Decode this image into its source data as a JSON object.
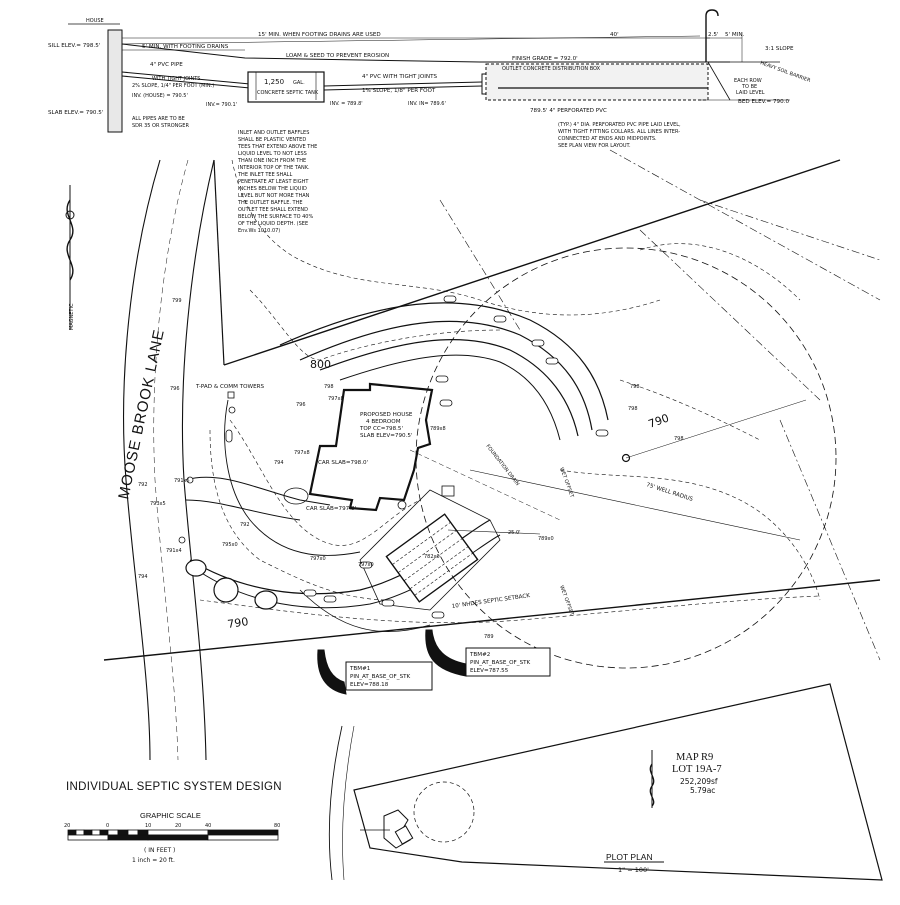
{
  "title": "INDIVIDUAL SEPTIC SYSTEM DESIGN",
  "road_name": "MOOSE BROOK LANE",
  "section": {
    "house": "HOUSE",
    "sill_elev": "SILL ELEV.= 798.5'",
    "slab_elev": "SLAB ELEV.= 790.5'",
    "min_no_drains": "15' MIN. WHEN FOOTING DRAINS ARE USED",
    "min_with_drains": "5' MIN. WITH FOOTING DRAINS",
    "dim_40": "40'",
    "dim_25": "2.5'",
    "dim_5min": "5' MIN.",
    "slope_31": "3:1 SLOPE",
    "heavy_soil": "HEAVY SOIL BARRIER",
    "loam": "LOAM & SEED TO PREVENT EROSION",
    "finish_grade": "FINISH GRADE = 792.0'",
    "outlet_box": "OUTLET CONCRETE DISTRIBUTION BOX",
    "pvc_pipe": "4\" PVC PIPE",
    "tight_joints_1": "WITH TIGHT JOINTS",
    "tight_joints_2": "2% SLOPE, 1/4\" PER FOOT (MIN.)",
    "inv_house": "INV. (HOUSE) = 790.5'",
    "inv_7901": "INV.= 790.1'",
    "inv_7898": "INV. = 789.8'",
    "inv_in": "INV. IN= 789.6'",
    "tank_1": "1,250",
    "tank_gal": "GAL.",
    "tank_2": "CONCRETE SEPTIC TANK",
    "pvc_tight": "4\" PVC WITH TIGHT JOINTS",
    "slope_18": "1% SLOPE, 1/8\" PER FOOT",
    "perf_pvc": "789.5'  4\" PERFORATED PVC",
    "each_row_1": "EACH ROW",
    "each_row_2": "TO BE",
    "each_row_3": "LAID LEVEL",
    "bed_elev": "BED ELEV.= 790.0",
    "pipes_1": "ALL PIPES ARE TO BE",
    "pipes_2": "SDR 35 OR STRONGER",
    "typ_1": "(TYP.) 4\" DIA. PERFORATED PVC PIPE LAID LEVEL,",
    "typ_2": "WITH TIGHT FITTING COLLARS. ALL LINES INTER-",
    "typ_3": "CONNECTED AT ENDS AND MIDPOINTS.",
    "typ_4": "SEE PLAN VIEW FOR LAYOUT."
  },
  "baffle_note": [
    "INLET AND OUTLET BAFFLES",
    "SHALL BE PLASTIC VENTED",
    "TEES THAT EXTEND ABOVE THE",
    "LIQUID LEVEL TO NOT LESS",
    "THAN ONE INCH FROM THE",
    "INTERIOR TOP OF THE TANK.",
    "THE INLET TEE SHALL",
    "PENETRATE AT LEAST EIGHT",
    "INCHES BELOW THE LIQUID",
    "LEVEL BUT NOT MORE THAN",
    "THE OUTLET BAFFLE. THE",
    "OUTLET TEE SHALL EXTEND",
    "BELOW THE SURFACE TO 40%",
    "OF THE LIQUID DEPTH. (SEE",
    "Env.Ws 1010.07)"
  ],
  "plan": {
    "house_1": "PROPOSED HOUSE",
    "house_2": "4 BEDROOM",
    "house_3": "TOP CC=798.5'",
    "house_4": "SLAB ELEV=790.5'",
    "garage": "CAR SLAB=798.0'",
    "garage2": "CAR SLAB=797.8'",
    "pad": "T-PAD & COMM TOWERS",
    "contour_800": "800",
    "contour_790": "790",
    "contour_790b": "790",
    "well_radius": "75' WELL RADIUS",
    "septic_setback": "10' NHDES SEPTIC SETBACK",
    "foundation_drain": "FOUNDATION DRAIN",
    "wet_offset_1": "WET OFFSET",
    "wet_offset_2": "WET OFFSET",
    "dim_25": "25.0'",
    "magnetic": "MAGNETIC",
    "spots": [
      "799",
      "798",
      "797x8",
      "796",
      "794",
      "797x8",
      "789x8",
      "796",
      "792",
      "795x0",
      "797x0",
      "797x0",
      "782x0",
      "789x0",
      "791x5",
      "792",
      "793x5",
      "791x4",
      "798",
      "798",
      "798",
      "789",
      "794"
    ]
  },
  "tbm1": {
    "title": "TBM#1",
    "desc": "PIN_AT_BASE_OF_STK",
    "elev": "ELEV=788.18"
  },
  "tbm2": {
    "title": "TBM#2",
    "desc": "PIN_AT_BASE_OF_STK",
    "elev": "ELEV=787.55"
  },
  "map_block": {
    "map": "MAP R9",
    "lot": "LOT 19A-7",
    "area_sf": "252,209sf",
    "area_ac": "5.79ac"
  },
  "plot_plan": {
    "title": "PLOT PLAN",
    "scale": "1\" = 100'"
  },
  "graphic_scale": {
    "title": "GRAPHIC SCALE",
    "ticks": [
      "20",
      "0",
      "10",
      "20",
      "40",
      "80"
    ],
    "unit": "( IN FEET )",
    "ratio": "1 inch = 20  ft."
  }
}
